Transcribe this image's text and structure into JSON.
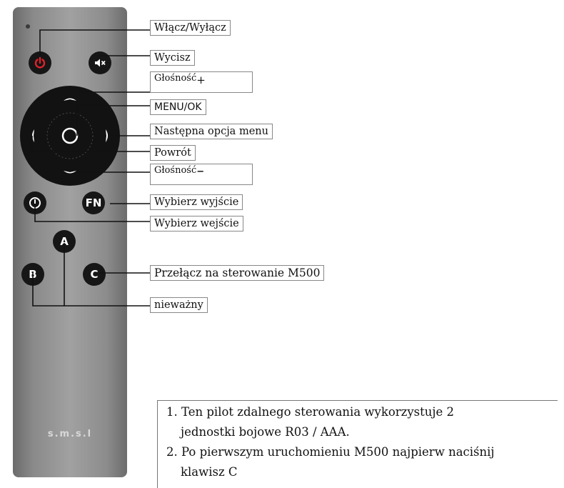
{
  "remote": {
    "logo": "s.m.s.l",
    "buttons": {
      "fn": "FN",
      "a": "A",
      "b": "B",
      "c": "C"
    }
  },
  "labels": {
    "power": "Włącz/Wyłącz",
    "mute": "Wycisz",
    "volume_up": "Głośność",
    "volume_up_sign": "+",
    "menu_ok": "MENU/OK",
    "next_option": "Następna opcja menu",
    "back": "Powrót",
    "volume_down": "Głośność",
    "volume_down_sign": "−",
    "select_output": "Wybierz wyjście",
    "select_input": "Wybierz wejście",
    "switch_control": "Przełącz na sterowanie M500",
    "unimportant": "nieważny"
  },
  "notes": [
    "1. Ten pilot zdalnego sterowania wykorzystuje 2",
    "jednostki bojowe R03 / AAA.",
    "2. Po pierwszym uruchomieniu M500 najpierw naciśnij",
    "klawisz C"
  ],
  "colors": {
    "power_icon": "#e0232a",
    "remote_body": "#8f8f8f",
    "button": "#161616"
  }
}
